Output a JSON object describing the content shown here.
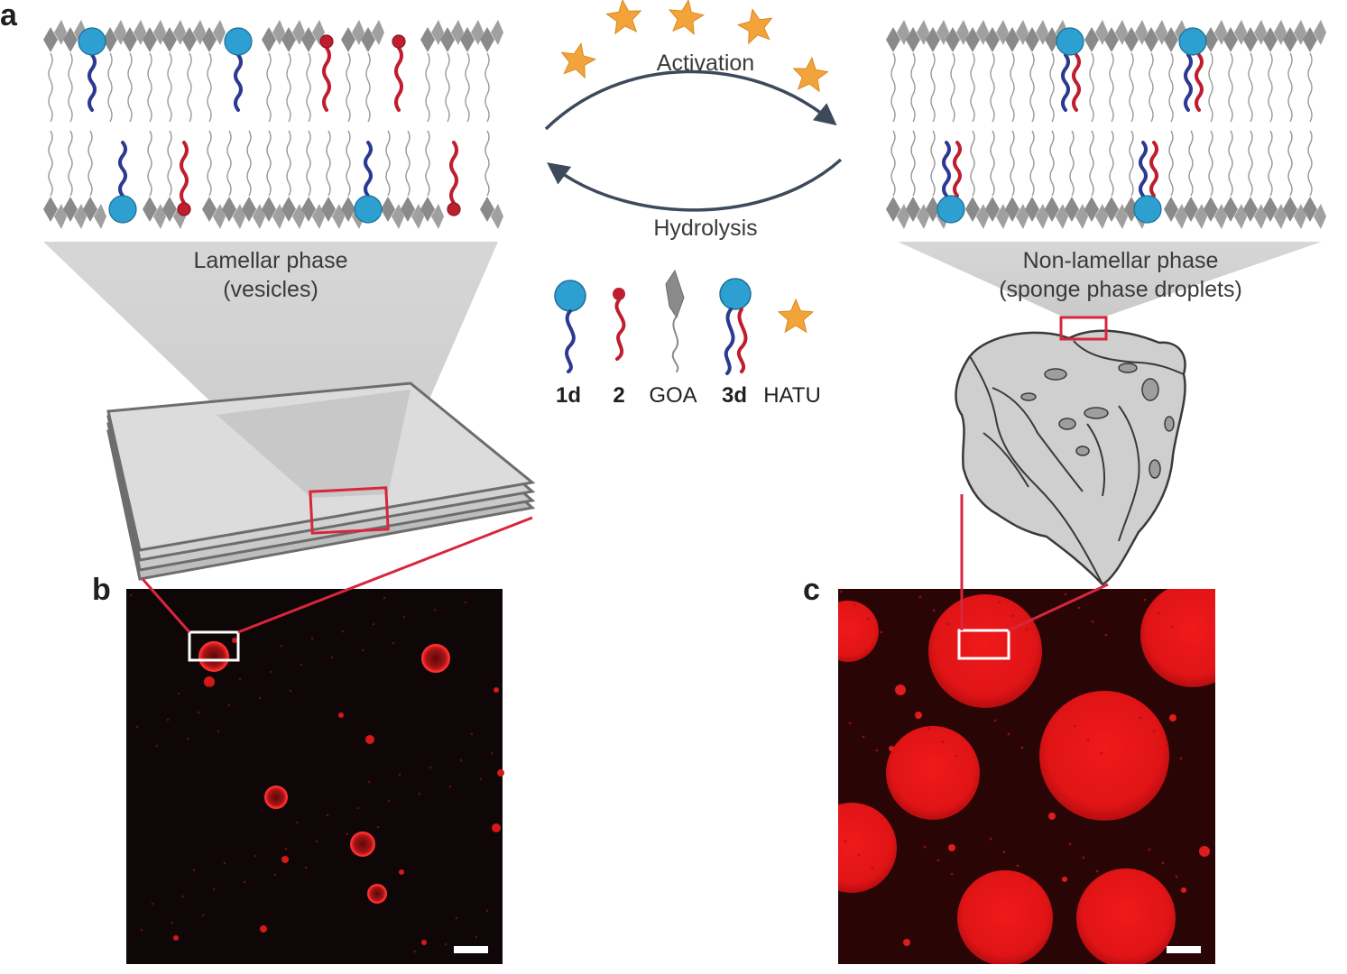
{
  "figure": {
    "panels": {
      "a": "a",
      "b": "b",
      "c": "c"
    },
    "arrows": {
      "forward_label": "Activation",
      "reverse_label": "Hydrolysis"
    },
    "left_phase": {
      "line1": "Lamellar phase",
      "line2": "(vesicles)"
    },
    "right_phase": {
      "line1": "Non-lamellar phase",
      "line2": "(sponge phase droplets)"
    },
    "legend": [
      {
        "label": "1d",
        "bold": true,
        "glyph": "blue-head-single-tail"
      },
      {
        "label": "2",
        "bold": true,
        "glyph": "red-head-single-tail"
      },
      {
        "label": "GOA",
        "bold": false,
        "glyph": "grey-zigzag-tail"
      },
      {
        "label": "3d",
        "bold": true,
        "glyph": "blue-head-double-tail"
      },
      {
        "label": "HATU",
        "bold": false,
        "glyph": "orange-star"
      }
    ],
    "colors": {
      "blue_head": "#2e9fd1",
      "blue_tail": "#2b3990",
      "red": "#be1e2d",
      "grey_lipid": "#8a8a8a",
      "star": "#f2a33a",
      "arrow": "#3d4a5c",
      "zoom_box": "#d7263d",
      "micrograph_bg_b": "#0f0707",
      "micrograph_bg_c": "#2a0505"
    }
  }
}
